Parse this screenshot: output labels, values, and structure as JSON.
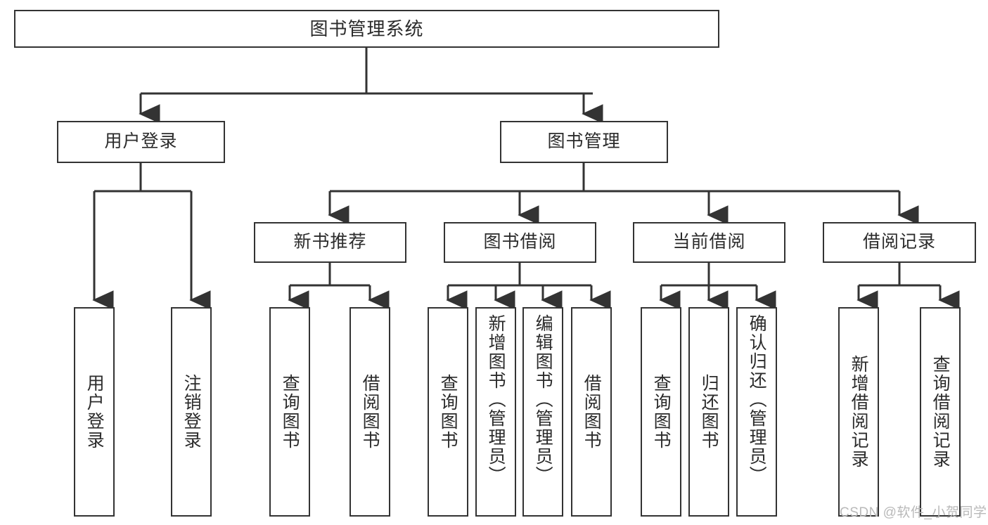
{
  "diagram": {
    "title": "图书管理系统",
    "type": "tree",
    "watermark": "CSDN @软件_小贺同学",
    "colors": {
      "stroke": "#333333",
      "fill": "#ffffff",
      "text": "#2b2b2b",
      "watermark": "#b9b9b9"
    },
    "nodes": {
      "root": {
        "label": "图书管理系统"
      },
      "level2": [
        {
          "id": "user-login",
          "label": "用户登录"
        },
        {
          "id": "book-manage",
          "label": "图书管理"
        }
      ],
      "level3": [
        {
          "id": "new-book-rec",
          "label": "新书推荐"
        },
        {
          "id": "book-borrow",
          "label": "图书借阅"
        },
        {
          "id": "current-borrow",
          "label": "当前借阅"
        },
        {
          "id": "borrow-record",
          "label": "借阅记录"
        }
      ],
      "leaves": [
        {
          "id": "leaf-user-login",
          "label": "用户登录",
          "parent": "user-login"
        },
        {
          "id": "leaf-user-logout",
          "label": "注销登录",
          "parent": "user-login"
        },
        {
          "id": "leaf-query-book-1",
          "label": "查询图书",
          "parent": "new-book-rec"
        },
        {
          "id": "leaf-borrow-book-1",
          "label": "借阅图书",
          "parent": "new-book-rec"
        },
        {
          "id": "leaf-query-book-2",
          "label": "查询图书",
          "parent": "book-borrow"
        },
        {
          "id": "leaf-add-book",
          "label": "新增图书（管理员）",
          "parent": "book-borrow"
        },
        {
          "id": "leaf-edit-book",
          "label": "编辑图书（管理员）",
          "parent": "book-borrow"
        },
        {
          "id": "leaf-borrow-book-2",
          "label": "借阅图书",
          "parent": "book-borrow"
        },
        {
          "id": "leaf-query-book-3",
          "label": "查询图书",
          "parent": "current-borrow"
        },
        {
          "id": "leaf-return-book",
          "label": "归还图书",
          "parent": "current-borrow"
        },
        {
          "id": "leaf-confirm-return",
          "label": "确认归还（管理员）",
          "parent": "current-borrow"
        },
        {
          "id": "leaf-add-record",
          "label": "新增借阅记录",
          "parent": "borrow-record"
        },
        {
          "id": "leaf-query-record",
          "label": "查询借阅记录",
          "parent": "borrow-record"
        }
      ]
    }
  }
}
